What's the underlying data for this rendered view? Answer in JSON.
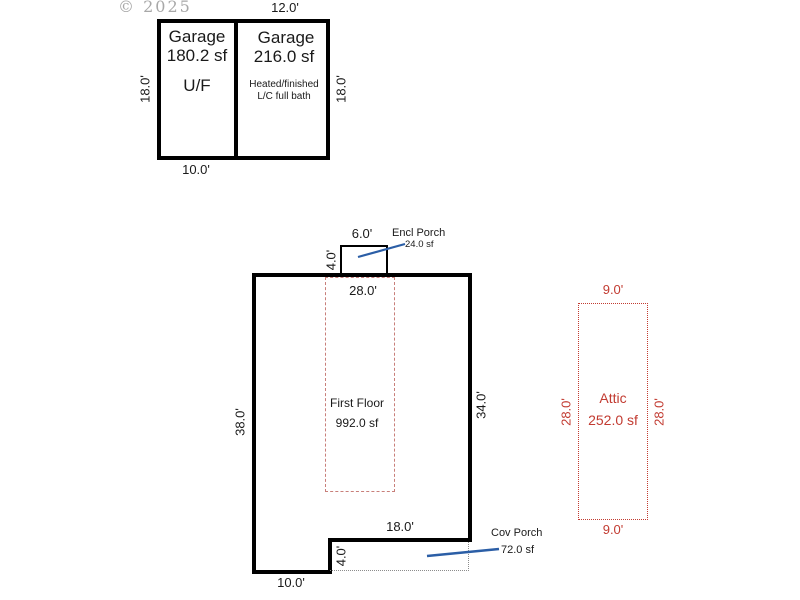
{
  "watermark": "© 2025",
  "colors": {
    "wall": "#000000",
    "text": "#1a1a1a",
    "attic_red": "#c23b31",
    "leader_blue": "#2b5ea6",
    "porch_dotted_gray": "#8c8c8c",
    "watermark_gray": "#a8a8a8"
  },
  "garage_unfinished": {
    "title": "Garage",
    "area": "180.2 sf",
    "note": "U/F",
    "dim_left": "18.0'",
    "dim_bottom": "10.0'"
  },
  "garage_finished": {
    "title": "Garage",
    "area": "216.0 sf",
    "note1": "Heated/finished",
    "note2": "L/C full bath",
    "dim_top": "12.0'",
    "dim_right": "18.0'"
  },
  "encl_porch": {
    "label": "Encl Porch",
    "area": "24.0 sf",
    "dim_top": "6.0'",
    "dim_left": "4.0'"
  },
  "first_floor": {
    "label": "First Floor",
    "area": "992.0 sf",
    "dim_top": "28.0'",
    "dim_left": "38.0'",
    "dim_right": "34.0'",
    "dim_bottom_inner": "18.0'",
    "dim_step": "4.0'",
    "dim_bottom": "10.0'"
  },
  "cov_porch": {
    "label": "Cov Porch",
    "area": "72.0 sf"
  },
  "attic": {
    "label": "Attic",
    "area": "252.0 sf",
    "dim_top": "9.0'",
    "dim_bottom": "9.0'",
    "dim_left": "28.0'",
    "dim_right": "28.0'"
  }
}
